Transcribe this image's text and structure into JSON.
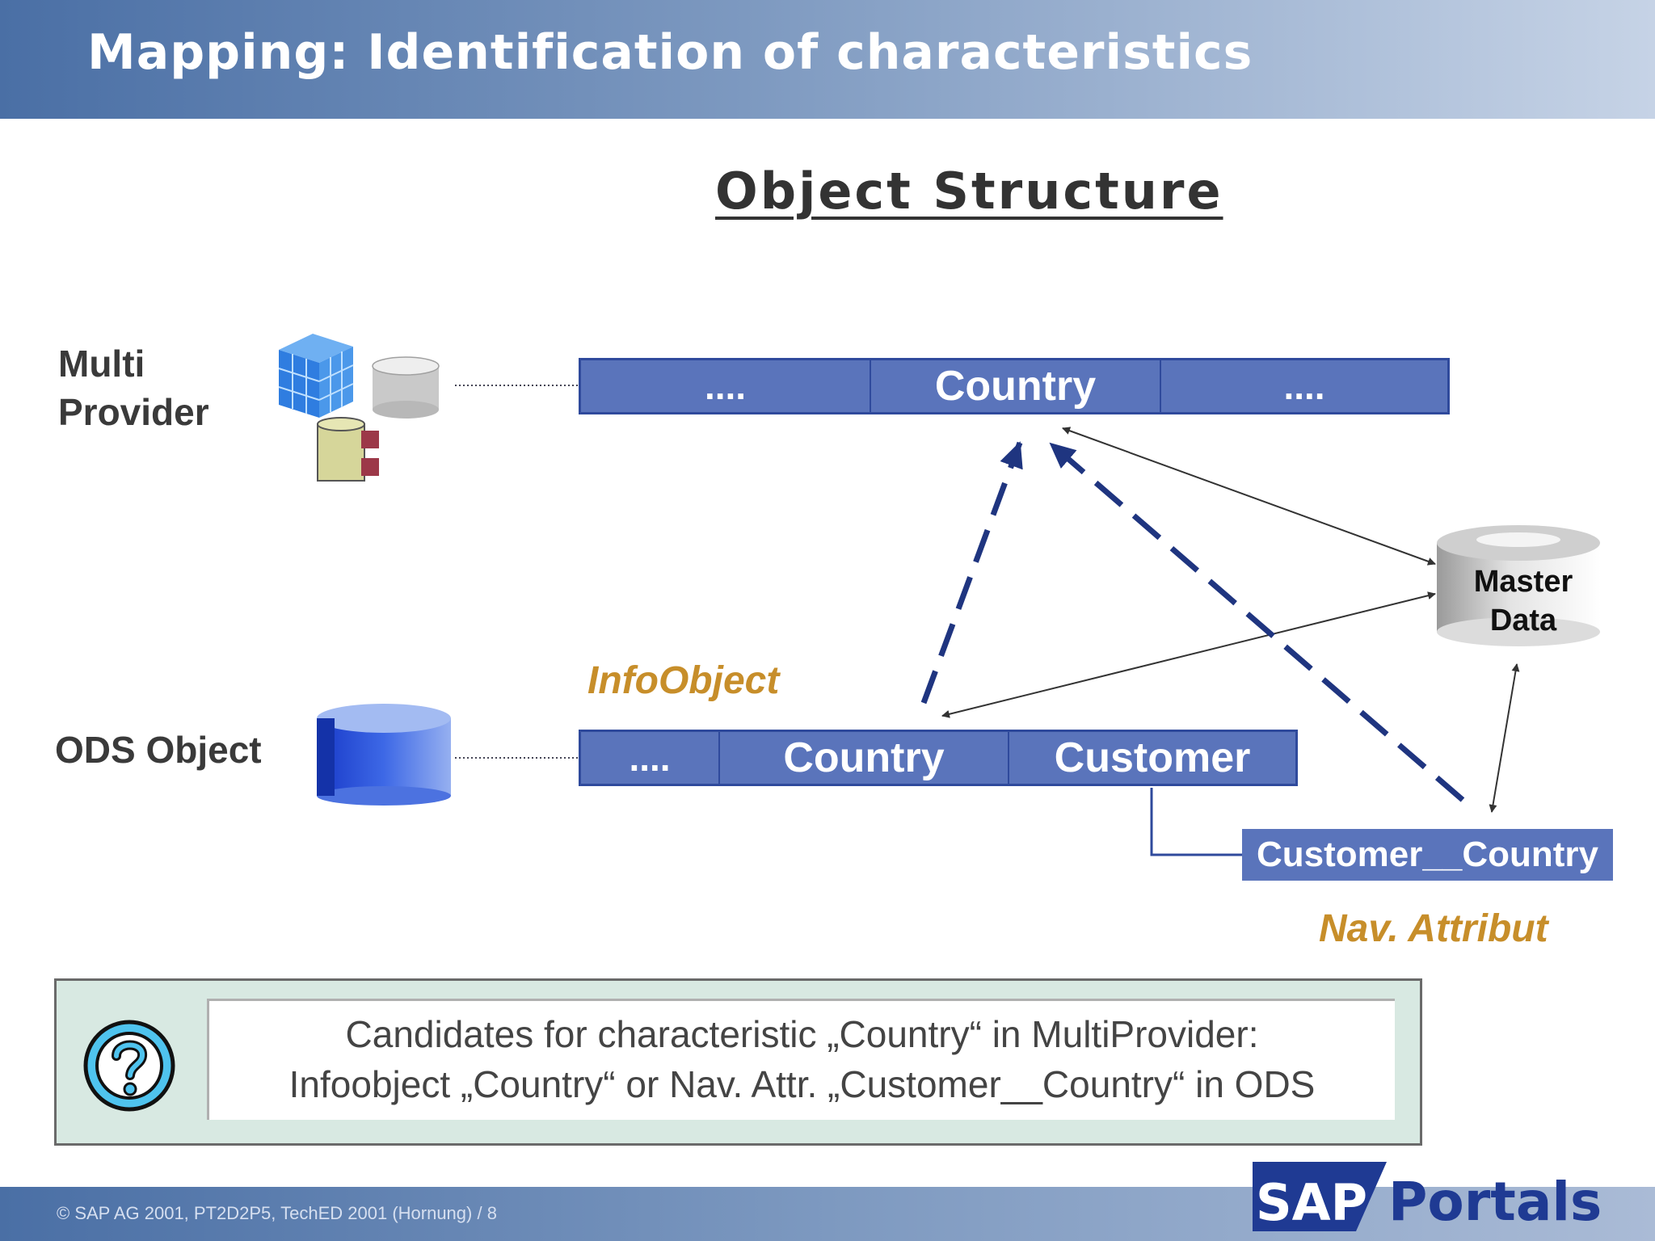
{
  "header": {
    "title": "Mapping: Identification of characteristics"
  },
  "section_title": "Object Structure",
  "multiprovider": {
    "label_line1": "Multi",
    "label_line2": "Provider",
    "cells": [
      "....",
      "Country",
      "...."
    ]
  },
  "ods": {
    "label": "ODS Object",
    "cells": [
      "....",
      "Country",
      "Customer"
    ]
  },
  "infoobject_label": "InfoObject",
  "master_data": {
    "line1": "Master",
    "line2": "Data"
  },
  "nav_attr": {
    "box_text": "Customer__Country",
    "label": "Nav. Attribut"
  },
  "question": {
    "line1": "Candidates for characteristic „Country“ in MultiProvider:",
    "line2": "Infoobject „Country“ or Nav. Attr. „Customer__Country“ in ODS"
  },
  "footer": {
    "text": "©  SAP AG 2001,  PT2D2P5,   TechED 2001 (Hornung) /  8"
  },
  "logo": {
    "brand": "SAP",
    "product": "Portals"
  },
  "colors": {
    "bar_fill": "#5a74bb",
    "bar_border": "#2f4a9c",
    "accent_orange": "#c78e2a",
    "arrow_navy": "#1f3580"
  }
}
